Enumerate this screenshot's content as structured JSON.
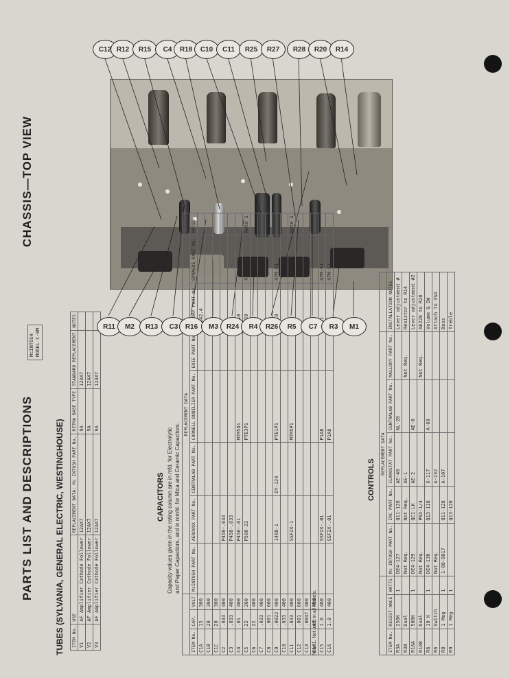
{
  "header": {
    "main_title": "PARTS LIST AND DESCRIPTIONS",
    "chassis_title": "CHASSIS—TOP VIEW",
    "model_label": "McINTOSH",
    "model_number": "MODEL C-8M"
  },
  "photo": {
    "callouts_top": [
      "C12",
      "R12",
      "R15",
      "C4",
      "R18",
      "C10",
      "C11",
      "R25",
      "R27",
      "R28",
      "R20",
      "R14"
    ],
    "callouts_bottom": [
      "R11",
      "M2",
      "R13",
      "C3",
      "R16",
      "M3",
      "R24",
      "R4",
      "R26",
      "R5",
      "C7",
      "R3",
      "M1"
    ]
  },
  "tubes": {
    "heading": "TUBES (SYLVANIA, GENERAL ELECTRIC, WESTINGHOUSE)",
    "columns": [
      "ITEM No.",
      "USE",
      "REPLACEMENT DATA: Mc INTOSH PART No.",
      "RETMA BASE TYPE",
      "STANDARD REPLACEMENT",
      "NOTES"
    ],
    "rows": [
      [
        "V1",
        "AF Amplifier Cathode Follower",
        "12AX7",
        "9A",
        "12AX7",
        ""
      ],
      [
        "V2",
        "AF Amplifier Cathode Follower",
        "12AX7",
        "9A",
        "12AX7",
        ""
      ],
      [
        "V3",
        "AF Amplifier Cathode Follower",
        "12AX7",
        "9A",
        "12AX7",
        ""
      ]
    ]
  },
  "capacitors": {
    "heading": "CAPACITORS",
    "intro1": "Capacity values given in the rating column are in mfd. for Electrolytic",
    "intro2": "and Paper Capacitors, and in mmfd. for Mica and Ceramic Capacitors.",
    "replacement_header": "REPLACEMENT DATA",
    "columns": [
      "ITEM No.",
      "CAP.",
      "VOLT",
      "McINTOSH PART No.",
      "AEROVOX PART No.",
      "CENTRALAB PART No.",
      "CORNELL DUBILIER PART No.",
      "ERIE PART No.",
      "MALLORY PART No.",
      "SPRAGUE PART No.",
      "NOTES"
    ],
    "rows": [
      [
        "C1A",
        "15",
        "300",
        "",
        "",
        "",
        "",
        "",
        "FP342.4",
        "",
        ""
      ],
      [
        "C1B",
        "20",
        "300",
        "",
        "",
        "",
        "",
        "",
        "",
        "",
        ""
      ],
      [
        "C1C",
        "20",
        "300",
        "",
        "",
        "",
        "",
        "",
        "",
        "",
        ""
      ],
      [
        "C2",
        ".033",
        "400",
        "",
        "P458-.033",
        "",
        "",
        "",
        "",
        "",
        ""
      ],
      [
        "C3",
        ".033",
        "400",
        "",
        "P458-.033",
        "",
        "",
        "",
        "",
        "",
        ""
      ],
      [
        "C4",
        ".01",
        "400",
        "",
        "P458-.01",
        "",
        "MTM5D1",
        "",
        "PT410",
        "",
        ""
      ],
      [
        "C5",
        "22",
        "200",
        "",
        "P500-22",
        "",
        "PTE3P1",
        "",
        "PT420",
        "47M-P22",
        "Note 1"
      ],
      [
        "C6",
        "22",
        "400",
        "",
        "",
        "",
        "",
        "",
        "",
        "",
        ""
      ],
      [
        "C7",
        ".033",
        "400",
        "",
        "",
        "",
        "",
        "",
        "",
        "",
        ""
      ],
      [
        "C8",
        ".001",
        "600",
        "",
        "",
        "",
        "",
        "",
        "",
        "",
        ""
      ],
      [
        "C9",
        ".0022",
        "400",
        "",
        "1468-1",
        "DY-124",
        "PTE1P1",
        "",
        "PT410",
        "47M-P1",
        ""
      ],
      [
        "C10",
        ".033",
        "400",
        "",
        "",
        "",
        "",
        "",
        "",
        "",
        ""
      ],
      [
        "C11",
        ".033",
        "400",
        "",
        "SSF2X-1",
        "",
        "MTM5P1",
        "",
        "",
        "",
        "Note 1"
      ],
      [
        "C12",
        ".001",
        "600",
        "",
        "",
        "",
        "",
        "",
        "",
        "",
        ""
      ],
      [
        "C13",
        ".0047",
        "400",
        "",
        "",
        "",
        "",
        "",
        "",
        "",
        ""
      ],
      [
        "C14",
        "47",
        "400",
        "",
        "",
        "",
        "",
        "",
        "",
        "",
        ""
      ],
      [
        "C15",
        "1.0",
        "400",
        "",
        "SSF2X-.01",
        "",
        "P1A8",
        "",
        "PT41",
        "47M-S1",
        ""
      ],
      [
        "C16",
        "1.0",
        "400",
        "",
        "SSF2X-.01",
        "",
        "P1A8",
        "",
        "PT41",
        "47M-S1",
        ""
      ]
    ],
    "note": "Note 1. Not used in all Models."
  },
  "controls": {
    "heading": "CONTROLS",
    "replacement_header": "REPLACEMENT DATA",
    "columns": [
      "ITEM No.",
      "RESIST-ANCE",
      "WATTS",
      "Mc INTOSH PART No.",
      "IRC PART No.",
      "CLAROSTAT PART No.",
      "CENTRALAB PART No.",
      "MALLORY PART No.",
      "INSTALLATION NOTES"
    ],
    "rows": [
      [
        "R3A",
        "250K",
        "1",
        "DE4-127",
        "Q11-128",
        "AE-40",
        "NL-28",
        "",
        "Lever adjustment #"
      ],
      [
        "R3B",
        "Dual",
        "",
        "Not Req.",
        "Not Req.",
        "AE-1",
        "",
        "Not Req.",
        "Resistor to R14"
      ],
      [
        "R16A",
        "500K",
        "1",
        "DE4-129",
        "QC1-LK",
        "AE-2",
        "AE-0",
        "",
        "Lever adjustment #2"
      ],
      [
        "R16B",
        "Dual",
        "",
        "Not Req.",
        "PN3-1/4",
        "",
        "",
        "Not Req.",
        "AE228 to R28"
      ],
      [
        "R6",
        "10 K",
        "1",
        "DE4-130",
        "Q13-118",
        "X-117",
        "A-60",
        "",
        "Volume & SW"
      ],
      [
        "R6",
        "Switch",
        "",
        "Not Req.",
        "",
        "A-132",
        "",
        "",
        "Attach to 3SA"
      ],
      [
        "R8",
        "1 Meg",
        "1",
        "1-08-0017",
        "Q11-128",
        "A-107",
        "",
        "",
        "Bass"
      ],
      [
        "R9",
        "1 Meg",
        "1",
        "",
        "Q13-128",
        "",
        "",
        "",
        "Treble"
      ]
    ]
  }
}
